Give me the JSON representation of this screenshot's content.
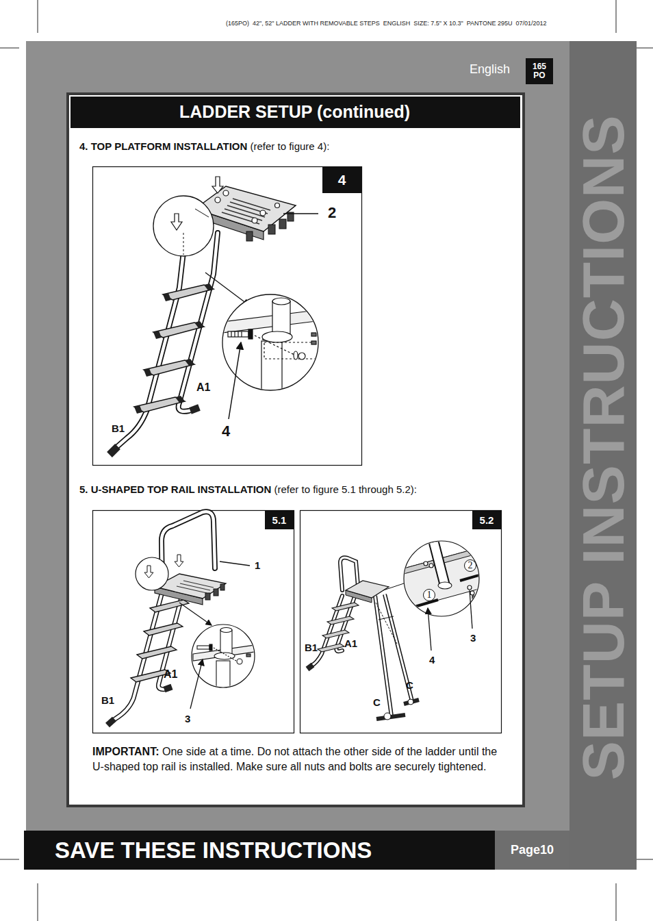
{
  "diagram": {
    "title": "LADDER SETUP (continued)",
    "nodes": [
      {
        "text": [
          "165 PO"
        ]
      },
      {
        "text": [
          "4"
        ]
      },
      {
        "text": [
          "5.1"
        ]
      },
      {
        "text": [
          "5.2"
        ]
      },
      {
        "text": [
          "2"
        ]
      },
      {
        "text": [
          "1"
        ]
      },
      {
        "text": [
          "SAVE THESE INSTRUCTIONS"
        ]
      },
      {
        "text": [
          "Page10"
        ]
      }
    ],
    "labels": [
      "(165PO)  42\", 52\" LADDER WITH REMOVABLE STEPS  ENGLISH  SIZE: 7.5\" X 10.3\"  PANTONE 295U  07/01/2012",
      "English",
      "SETUP INSTRUCTIONS",
      "4.",
      "TOP PLATFORM INSTALLATION",
      "(refer to figure 4):",
      "2",
      "A1",
      "B1",
      "4",
      "5.",
      "U-SHAPED TOP RAIL INSTALLATION",
      "(refer to figure 5.1 through 5.2):",
      "1",
      "A1",
      "B1",
      "3",
      "B1",
      "A1",
      "3",
      "4",
      "C",
      "C",
      "IMPORTANT:",
      "One side at a time. Do not attach the other side of the ladder until the U-shaped top rail is installed. Make sure all nuts and bolts are securely tightened."
    ]
  }
}
